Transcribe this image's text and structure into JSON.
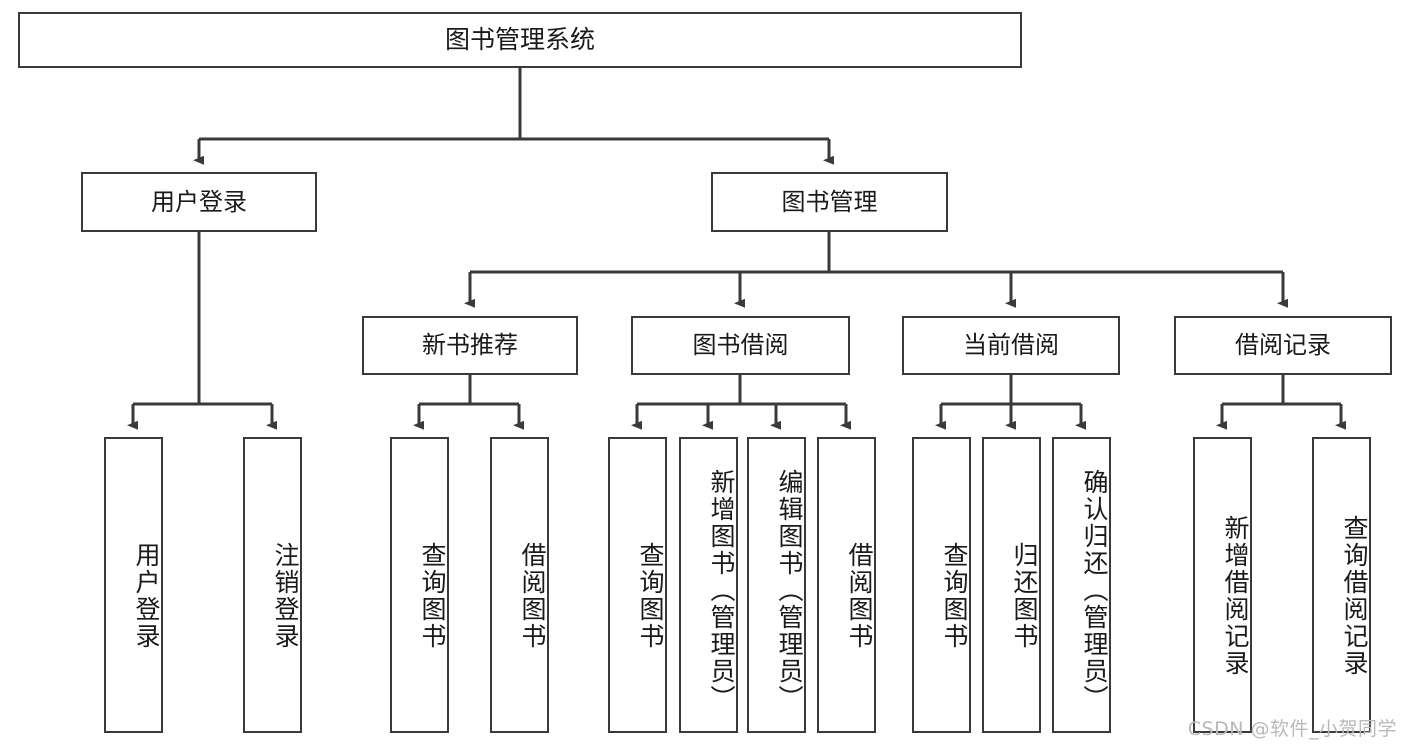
{
  "diagram": {
    "title": "图书管理系统",
    "type": "tree-hierarchy",
    "watermark": "CSDN @软件_小贺同学",
    "stroke_color": "#3a3a3a",
    "fill_color": "#ffffff",
    "text_color": "#1a1a1a",
    "watermark_color": "#b9b9b9"
  },
  "nodes": {
    "root": {
      "label": "图书管理系统"
    },
    "level1": [
      {
        "label": "用户登录"
      },
      {
        "label": "图书管理"
      }
    ],
    "level2": [
      {
        "label": "新书推荐"
      },
      {
        "label": "图书借阅"
      },
      {
        "label": "当前借阅"
      },
      {
        "label": "借阅记录"
      }
    ],
    "leaves": {
      "user_login": [
        {
          "label": "用户登录"
        },
        {
          "label": "注销登录"
        }
      ],
      "new_book_recommend": [
        {
          "label": "查询图书"
        },
        {
          "label": "借阅图书"
        }
      ],
      "book_borrow": [
        {
          "label": "查询图书"
        },
        {
          "label": "新增图书（管理员）"
        },
        {
          "label": "编辑图书（管理员）"
        },
        {
          "label": "借阅图书"
        }
      ],
      "current_borrow": [
        {
          "label": "查询图书"
        },
        {
          "label": "归还图书"
        },
        {
          "label": "确认归还（管理员）"
        }
      ],
      "borrow_record": [
        {
          "label": "新增借阅记录"
        },
        {
          "label": "查询借阅记录"
        }
      ]
    }
  }
}
